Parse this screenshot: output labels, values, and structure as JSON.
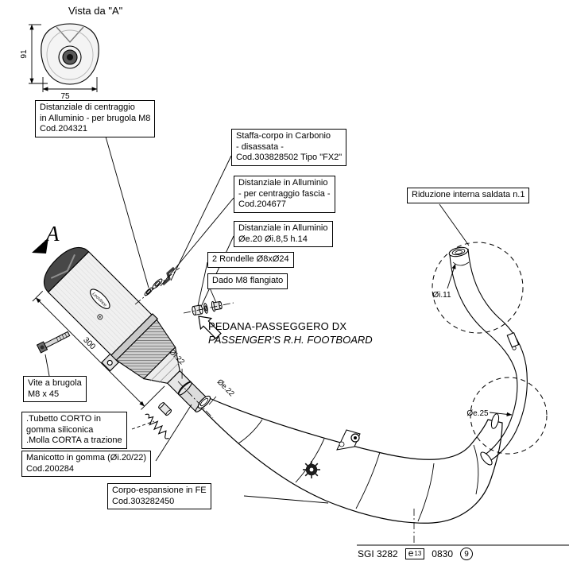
{
  "title": "Vista da \"A\"",
  "view_letter": "A",
  "brand": "LeoVince",
  "dims": {
    "height91": "91",
    "width75": "75",
    "len300": "300",
    "oi22": "Øi.22",
    "oe22": "Øe.22",
    "oi11": "Øi.11",
    "oe25": "Øe.25"
  },
  "callouts": {
    "spacer_centering": {
      "lines": [
        "Distanziale di centraggio",
        "in Alluminio - per brugola M8",
        "Cod.204321"
      ]
    },
    "bracket_carbon": {
      "lines": [
        "Staffa-corpo in Carbonio",
        "- disassata -",
        "Cod.303828502  Tipo \"FX2\""
      ]
    },
    "spacer_band": {
      "lines": [
        "Distanziale in Alluminio",
        "- per centraggio fascia -",
        "Cod.204677"
      ]
    },
    "spacer_alu": {
      "lines": [
        "Distanziale in Alluminio",
        "Øe.20  Øi.8,5  h.14"
      ]
    },
    "washers": {
      "lines": [
        "2 Rondelle Ø8xØ24"
      ]
    },
    "nut": {
      "lines": [
        "Dado M8 flangiato"
      ]
    },
    "reduction": {
      "lines": [
        "Riduzione interna saldata n.1"
      ]
    },
    "screw": {
      "lines": [
        "Vite a brugola",
        "M8 x 45"
      ]
    },
    "tube_spring": {
      "lines": [
        ".Tubetto CORTO in",
        "gomma siliconica",
        ".Molla CORTA a trazione"
      ]
    },
    "sleeve": {
      "lines": [
        "Manicotto in gomma (Øi.20/22)",
        "Cod.200284"
      ]
    },
    "body": {
      "lines": [
        "Corpo-espansione in FE",
        "Cod.303282450"
      ]
    }
  },
  "footboard": {
    "it": "PEDANA-PASSEGGERO DX",
    "en": "PASSENGER'S R.H. FOOTBOARD"
  },
  "footer": {
    "code1": "SGI 3282",
    "e_mark": "e",
    "e_num": "13",
    "code2": "0830",
    "circled": "9"
  }
}
